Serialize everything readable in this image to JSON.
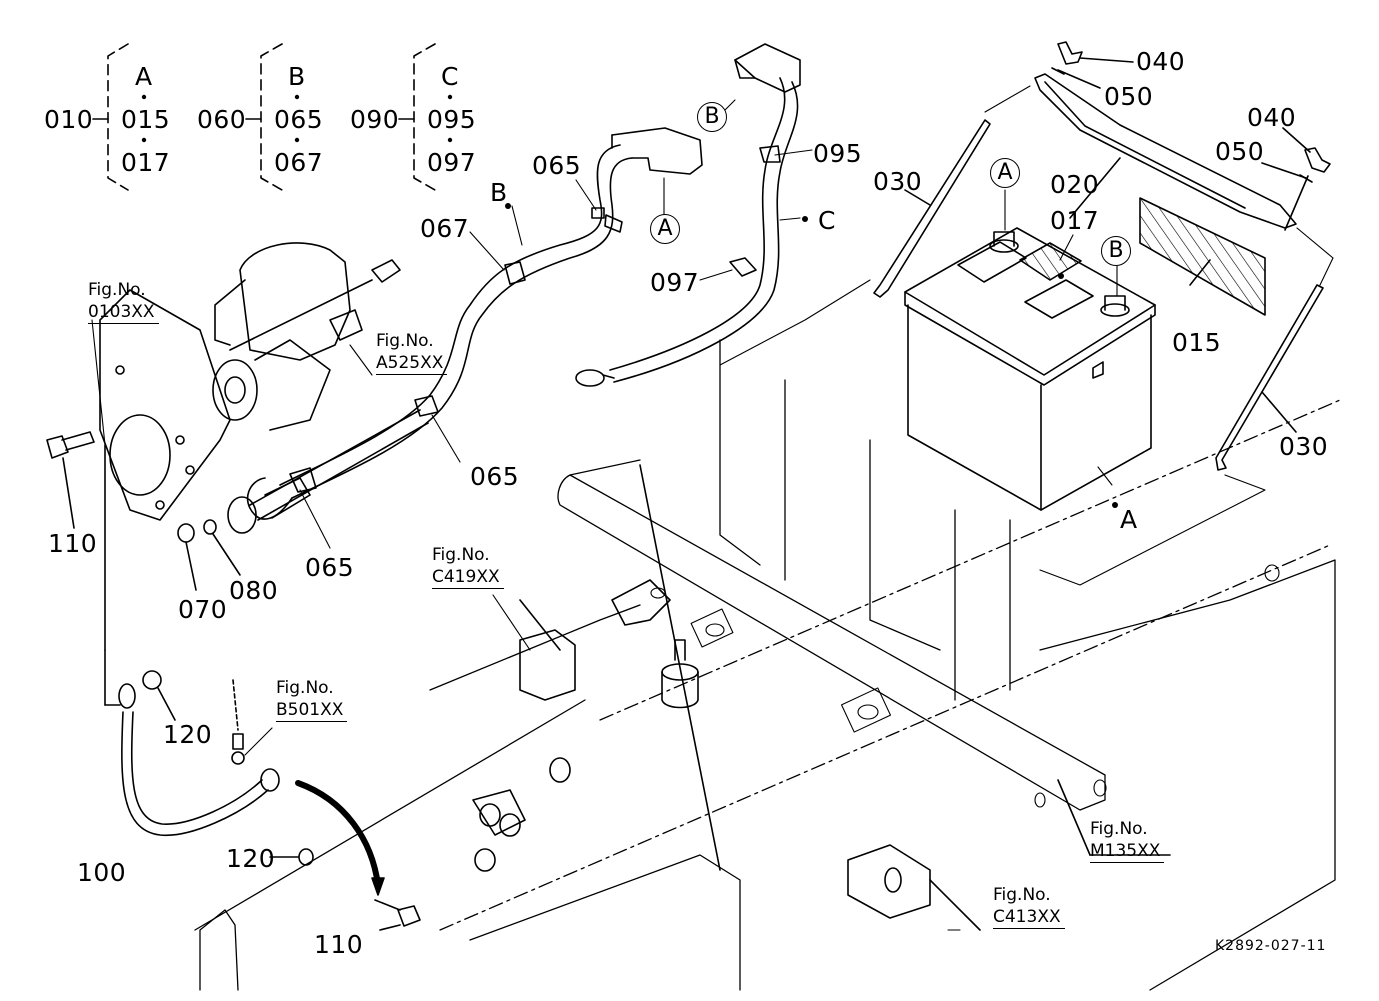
{
  "diagram": {
    "type": "exploded-parts-diagram",
    "subject": "Battery, battery cables and starter connections",
    "colors": {
      "line": "#000000",
      "background": "#ffffff"
    },
    "reference_code": "K2892-027-11",
    "assembly_groups": [
      {
        "parent": "010",
        "letter": "A",
        "children": [
          "015",
          "017"
        ]
      },
      {
        "parent": "060",
        "letter": "B",
        "children": [
          "065",
          "067"
        ]
      },
      {
        "parent": "090",
        "letter": "C",
        "children": [
          "095",
          "097"
        ]
      }
    ],
    "part_labels": {
      "p040_a": "040",
      "p050_a": "050",
      "p040_b": "040",
      "p050_b": "050",
      "p020": "020",
      "p030_a": "030",
      "p030_b": "030",
      "p017": "017",
      "p015": "015",
      "p065_a": "065",
      "p067": "067",
      "p095": "095",
      "p097": "097",
      "p065_b": "065",
      "p065_c": "065",
      "p110_a": "110",
      "p070": "070",
      "p080": "080",
      "p120_a": "120",
      "p100": "100",
      "p120_b": "120",
      "p110_b": "110"
    },
    "cable_letters": {
      "b_cable": "B",
      "c_cable": "C",
      "a_battery": "A"
    },
    "circled_refs": {
      "a_terminal_cap": "A",
      "b_terminal_cap": "B",
      "a_battery_post": "A",
      "b_battery_post": "B"
    },
    "figure_refs": [
      {
        "prefix": "Fig.No.",
        "code": "0103XX"
      },
      {
        "prefix": "Fig.No.",
        "code": "A525XX"
      },
      {
        "prefix": "Fig.No.",
        "code": "C419XX"
      },
      {
        "prefix": "Fig.No.",
        "code": "B501XX"
      },
      {
        "prefix": "Fig.No.",
        "code": "M135XX"
      },
      {
        "prefix": "Fig.No.",
        "code": "C413XX"
      }
    ]
  }
}
